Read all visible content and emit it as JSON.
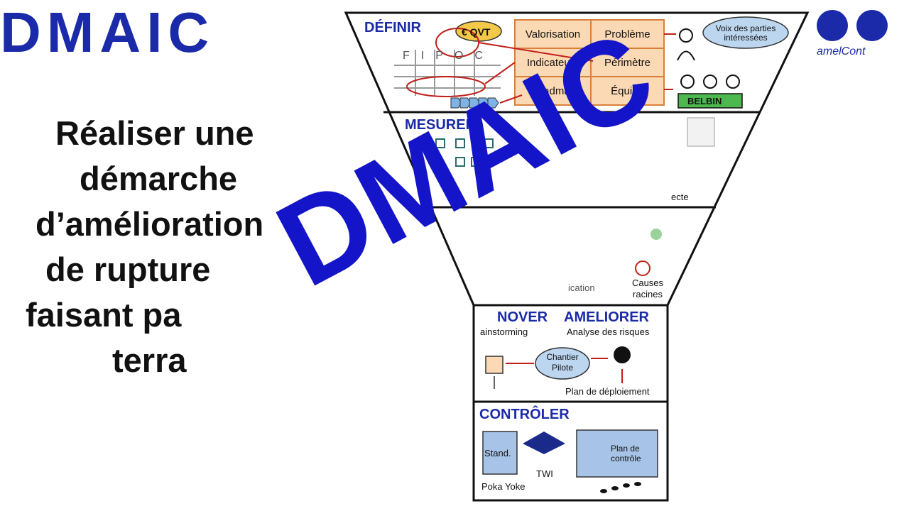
{
  "left_panel": {
    "title": "DMAIC",
    "subtitle_lines": [
      "Réaliser une",
      "démarche",
      "d’amélioration",
      "de rupture",
      "faisant pa",
      "terra"
    ]
  },
  "overlay_title": "DMAIC",
  "logo": {
    "text": "amelCont"
  },
  "define": {
    "label": "DÉFINIR",
    "grid": [
      "Valorisation",
      "Problème",
      "Indicateurs",
      "Périmètre",
      "Roadmap",
      "Équipe"
    ],
    "qvt": "€ QVT",
    "fipoc": [
      "F",
      "I",
      "P",
      "O",
      "C"
    ],
    "stakeholders": "Voix des parties intéressées",
    "belbin": "BELBIN"
  },
  "measure": {
    "label": "MESURER",
    "fragment": "ecte"
  },
  "analyse": {
    "causes": "Causes racines",
    "fragment": "ication"
  },
  "improve": {
    "label_partial": "NOVER",
    "label": "AMELIORER",
    "brainstorming": "ainstorming",
    "risk": "Analyse des risques",
    "pilot": "Chantier Pilote",
    "deploy": "Plan de déploiement"
  },
  "control": {
    "label": "CONTRÔLER",
    "stand": "Stand.",
    "twi": "TWI",
    "plan": "Plan de contrôle",
    "poka": "Poka Yoke"
  },
  "colors": {
    "blue": "#1a2aa8",
    "grid_fill": "#fbd9b5",
    "grid_border": "#d9803a",
    "red": "#c0201a"
  }
}
